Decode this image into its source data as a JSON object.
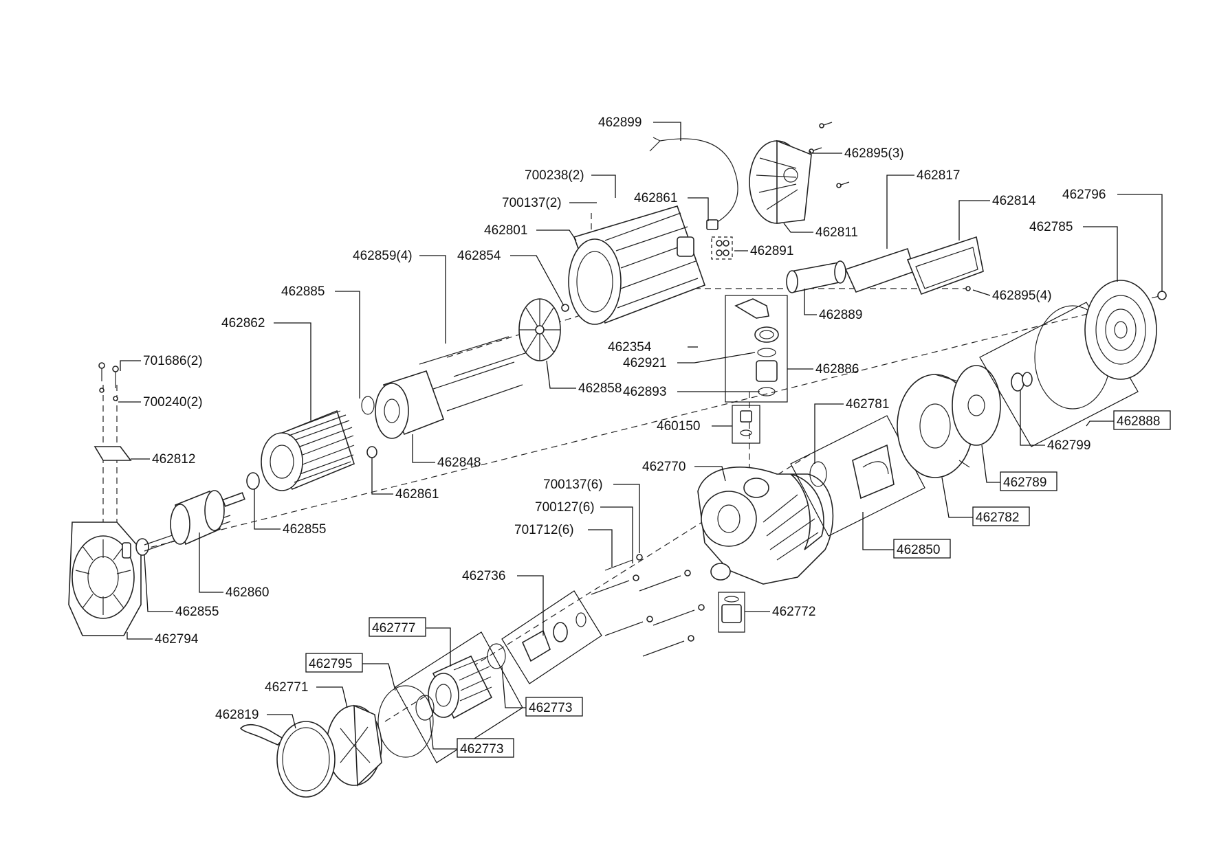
{
  "diagram": {
    "title": "Pump exploded parts diagram",
    "parts": {
      "p462899": "462899",
      "p462895_3": "462895(3)",
      "p462817": "462817",
      "p462814": "462814",
      "p462796": "462796",
      "p700238_2": "700238(2)",
      "p700137_2": "700137(2)",
      "p462861_top": "462861",
      "p462811": "462811",
      "p462785": "462785",
      "p462801": "462801",
      "p462891": "462891",
      "p462859_4": "462859(4)",
      "p462854": "462854",
      "p462895_4": "462895(4)",
      "p462885": "462885",
      "p462889": "462889",
      "p462862": "462862",
      "p462354": "462354",
      "p462921": "462921",
      "p462886": "462886",
      "p701686_2": "701686(2)",
      "p462858": "462858",
      "p462893": "462893",
      "p700240_2": "700240(2)",
      "p462781": "462781",
      "p462888": "462888",
      "p460150": "460150",
      "p462812": "462812",
      "p462848": "462848",
      "p462799": "462799",
      "p462770": "462770",
      "p462861_mid": "462861",
      "p462789": "462789",
      "p700137_6": "700137(6)",
      "p700127_6": "700127(6)",
      "p462782": "462782",
      "p462855_a": "462855",
      "p701712_6": "701712(6)",
      "p462850": "462850",
      "p462736": "462736",
      "p462860": "462860",
      "p462855_b": "462855",
      "p462772": "462772",
      "p462794": "462794",
      "p462777": "462777",
      "p462795": "462795",
      "p462773_a": "462773",
      "p462771": "462771",
      "p462819": "462819",
      "p462773_b": "462773"
    }
  }
}
